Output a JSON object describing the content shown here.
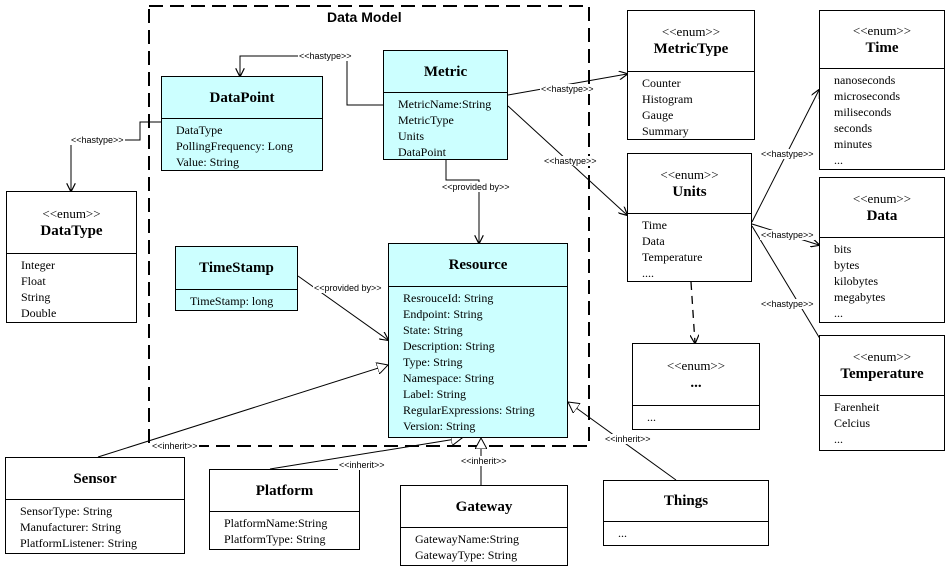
{
  "diagram": {
    "frame_title": "Data Model",
    "classes": {
      "datapoint": {
        "name": "DataPoint",
        "attributes": [
          "DataType",
          "PollingFrequency: Long",
          "Value: String"
        ]
      },
      "metric": {
        "name": "Metric",
        "attributes": [
          "MetricName:String",
          "MetricType",
          "Units",
          "DataPoint"
        ]
      },
      "timestamp": {
        "name": "TimeStamp",
        "attributes": [
          "TimeStamp: long"
        ]
      },
      "resource": {
        "name": "Resource",
        "attributes": [
          "ResrouceId: String",
          "Endpoint: String",
          "State: String",
          "Description: String",
          "Type: String",
          "Namespace: String",
          "Label: String",
          "RegularExpressions: String",
          "Version: String"
        ]
      },
      "datatype": {
        "stereotype": "<<enum>>",
        "name": "DataType",
        "attributes": [
          "Integer",
          "Float",
          "String",
          "Double"
        ]
      },
      "metrictype": {
        "stereotype": "<<enum>>",
        "name": "MetricType",
        "attributes": [
          "Counter",
          "Histogram",
          "Gauge",
          "Summary"
        ]
      },
      "units": {
        "stereotype": "<<enum>>",
        "name": "Units",
        "attributes": [
          "Time",
          "Data",
          "Temperature",
          "...."
        ]
      },
      "enum_more": {
        "stereotype": "<<enum>>",
        "name": "...",
        "attributes": [
          "..."
        ]
      },
      "time": {
        "stereotype": "<<enum>>",
        "name": "Time",
        "attributes": [
          "nanoseconds",
          "microseconds",
          "miliseconds",
          "seconds",
          "minutes",
          "..."
        ]
      },
      "data": {
        "stereotype": "<<enum>>",
        "name": "Data",
        "attributes": [
          "bits",
          "bytes",
          "kilobytes",
          "megabytes",
          "..."
        ]
      },
      "temperature": {
        "stereotype": "<<enum>>",
        "name": "Temperature",
        "attributes": [
          "Farenheit",
          "Celcius",
          "..."
        ]
      },
      "sensor": {
        "name": "Sensor",
        "attributes": [
          "SensorType: String",
          "Manufacturer: String",
          "PlatformListener: String"
        ]
      },
      "platform": {
        "name": "Platform",
        "attributes": [
          "PlatformName:String",
          "PlatformType: String"
        ]
      },
      "gateway": {
        "name": "Gateway",
        "attributes": [
          "GatewayName:String",
          "GatewayType: String"
        ]
      },
      "things": {
        "name": "Things",
        "attributes": [
          "..."
        ]
      }
    },
    "edge_labels": {
      "metric_datapoint": "<<hastype>>",
      "datapoint_datatype": "<<hastype>>",
      "metric_metrictype": "<<hastype>>",
      "metric_units": "<<hastype>>",
      "metric_resource": "<<provided by>>",
      "timestamp_resource": "<<provided by>>",
      "units_time": "<<hastype>>",
      "units_data": "<<hastype>>",
      "units_temperature": "<<hastype>>",
      "sensor_resource": "<<inherit>>",
      "platform_resource": "<<inherit>>",
      "gateway_resource": "<<inherit>>",
      "things_resource": "<<inherit>>"
    }
  }
}
